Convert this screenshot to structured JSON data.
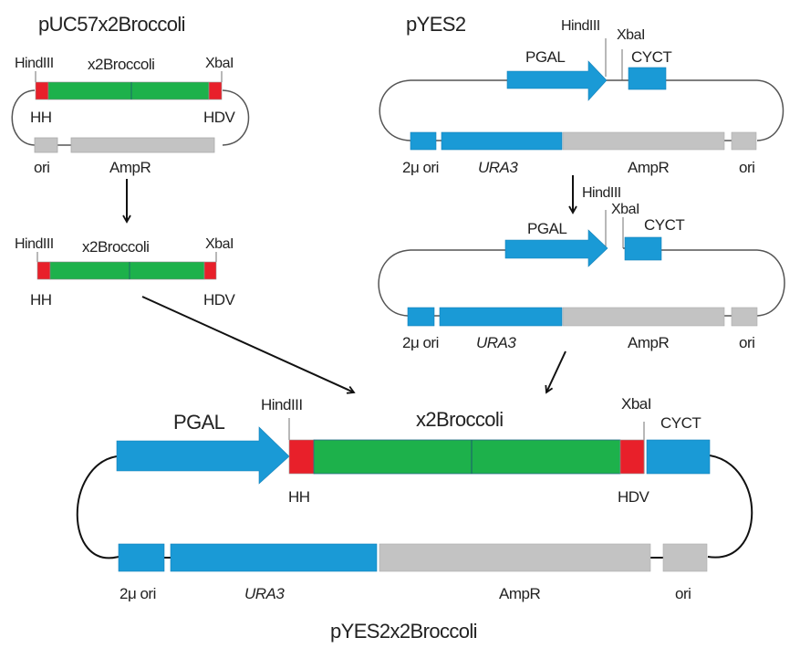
{
  "colors": {
    "promoter": "#1a9ad6",
    "insert": "#1db14b",
    "ribozyme": "#e8202a",
    "backbone_gray": "#c3c3c3",
    "divider": "#1a6a6a"
  },
  "pUC57": {
    "title": "pUC57x2Broccoli",
    "site_left": "HindIII",
    "site_right": "XbaI",
    "insert_label": "x2Broccoli",
    "hh": "HH",
    "hdv": "HDV",
    "ori": "ori",
    "ampr": "AmpR"
  },
  "fragment": {
    "site_left": "HindIII",
    "site_right": "XbaI",
    "insert_label": "x2Broccoli",
    "hh": "HH",
    "hdv": "HDV"
  },
  "pYES2": {
    "title": "pYES2",
    "hindiii": "HindIII",
    "xbai": "XbaI",
    "pgal": "PGAL",
    "cyct": "CYCT",
    "two_mu_ori": "2μ ori",
    "ura3": "URA3",
    "ampr": "AmpR",
    "ori": "ori"
  },
  "pYES2_cut": {
    "hindiii": "HindIII",
    "xbai": "XbaI",
    "pgal": "PGAL",
    "cyct": "CYCT",
    "two_mu_ori": "2μ ori",
    "ura3": "URA3",
    "ampr": "AmpR",
    "ori": "ori"
  },
  "final": {
    "title": "pYES2x2Broccoli",
    "pgal": "PGAL",
    "hindiii": "HindIII",
    "insert_label": "x2Broccoli",
    "xbai": "XbaI",
    "cyct": "CYCT",
    "hh": "HH",
    "hdv": "HDV",
    "two_mu_ori": "2μ ori",
    "ura3": "URA3",
    "ampr": "AmpR",
    "ori": "ori"
  }
}
